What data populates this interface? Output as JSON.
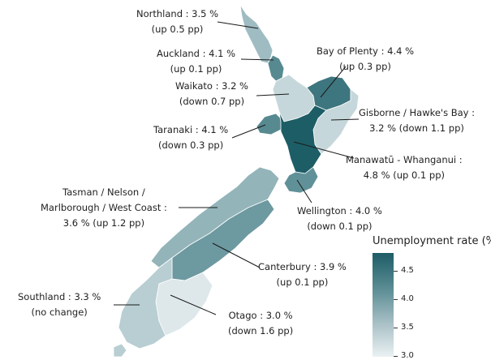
{
  "map": {
    "legend": {
      "title": "Unemployment rate (%)",
      "ticks": [
        "4.5",
        "4.0",
        "3.5",
        "3.0"
      ],
      "colors": {
        "high": "#1d5d66",
        "mid": "#5c8d95",
        "low": "#eaf1f3"
      }
    },
    "regions": {
      "northland": {
        "name": "Northland",
        "rate": 3.5,
        "line1": "Northland :  3.5 %",
        "line2": "(up 0.5 pp)"
      },
      "auckland": {
        "name": "Auckland",
        "rate": 4.1,
        "line1": "Auckland :  4.1 %",
        "line2": "(up 0.1 pp)"
      },
      "waikato": {
        "name": "Waikato",
        "rate": 3.2,
        "line1": "Waikato :  3.2 %",
        "line2": "(down 0.7 pp)"
      },
      "bay_of_plenty": {
        "name": "Bay of Plenty",
        "rate": 4.4,
        "line1": "Bay of Plenty :  4.4 %",
        "line2": "(up 0.3 pp)"
      },
      "gisborne": {
        "name": "Gisborne / Hawke's Bay",
        "rate": 3.2,
        "line1": "Gisborne / Hawke's Bay :",
        "line2": "3.2 %   (down 1.1 pp)"
      },
      "taranaki": {
        "name": "Taranaki",
        "rate": 4.1,
        "line1": "Taranaki :  4.1 %",
        "line2": "(down 0.3 pp)"
      },
      "manawatu": {
        "name": "Manawatū - Whanganui",
        "rate": 4.8,
        "line1": "Manawatū - Whanganui :",
        "line2": "4.8 %   (up 0.1 pp)"
      },
      "wellington": {
        "name": "Wellington",
        "rate": 4.0,
        "line1": "Wellington :  4.0 %",
        "line2": "(down 0.1 pp)"
      },
      "tasman": {
        "name": "Tasman / Nelson / Marlborough / West Coast",
        "rate": 3.6,
        "line1": "Tasman / Nelson /",
        "line2": "Marlborough / West Coast :",
        "line3": "3.6 %   (up 1.2 pp)"
      },
      "canterbury": {
        "name": "Canterbury",
        "rate": 3.9,
        "line1": "Canterbury :  3.9 %",
        "line2": "(up 0.1 pp)"
      },
      "otago": {
        "name": "Otago",
        "rate": 3.0,
        "line1": "Otago :  3.0 %",
        "line2": "(down 1.6 pp)"
      },
      "southland": {
        "name": "Southland",
        "rate": 3.3,
        "line1": "Southland :  3.3 %",
        "line2": "(no change)"
      }
    }
  }
}
